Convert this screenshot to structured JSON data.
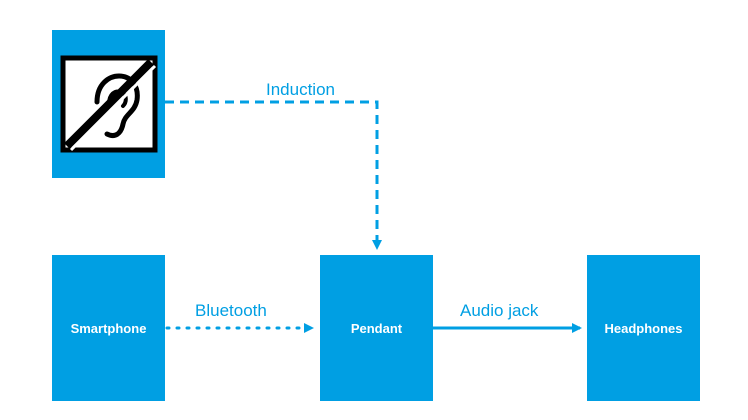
{
  "diagram": {
    "nodes": {
      "hearing_loop_icon": "hearing-loop-ear-icon",
      "smartphone": "Smartphone",
      "pendant": "Pendant",
      "headphones": "Headphones"
    },
    "connections": {
      "induction": "Induction",
      "bluetooth": "Bluetooth",
      "audio_jack": "Audio jack"
    },
    "colors": {
      "accent": "#009fe3",
      "icon_background": "#ffffff",
      "icon_stroke": "#000000"
    }
  }
}
